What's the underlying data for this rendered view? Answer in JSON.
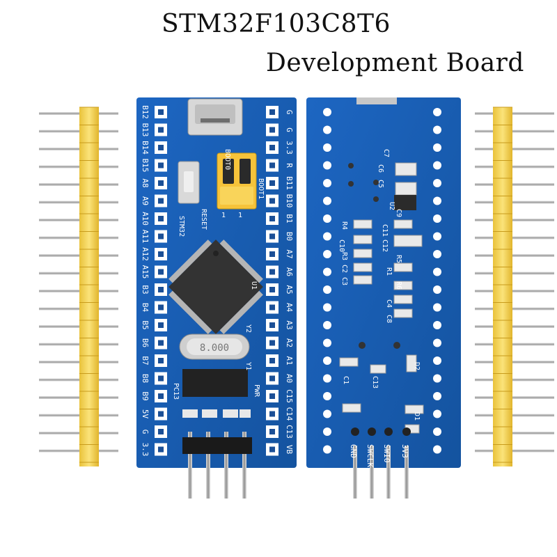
{
  "title": {
    "line1": "STM32F103C8T6",
    "line2": "Development Board"
  },
  "front_board": {
    "left_pins": [
      "B12",
      "B13",
      "B14",
      "B15",
      "A8",
      "A9",
      "A10",
      "A11",
      "A12",
      "A15",
      "B3",
      "B4",
      "B5",
      "B6",
      "B7",
      "B8",
      "B9",
      "5V",
      "G",
      "3.3"
    ],
    "right_pins": [
      "G",
      "G",
      "3.3",
      "R",
      "B11",
      "B10",
      "B1",
      "B0",
      "A7",
      "A6",
      "A5",
      "A4",
      "A3",
      "A2",
      "A1",
      "A0",
      "C15",
      "C14",
      "C13",
      "VB"
    ],
    "labels": {
      "boot0": "BOOT0",
      "boot1": "BOOT1",
      "reset": "RESET",
      "brand": "STM32",
      "crystal": "8.000",
      "y1": "Y1",
      "y2": "Y2",
      "pc13": "PC13",
      "pwr": "PWR",
      "u1": "U1",
      "r_one_a": "1",
      "r_one_b": "1"
    }
  },
  "back_board": {
    "bottom_pins": [
      "GND",
      "SWCLK",
      "SWIO",
      "3V3"
    ],
    "components": [
      "C7",
      "C6",
      "C5",
      "U2",
      "R4",
      "C11",
      "C12",
      "C10",
      "C9",
      "R3",
      "R5",
      "C2",
      "C3",
      "R1",
      "C4",
      "C8",
      "R6",
      "C1",
      "C13",
      "D2",
      "D1"
    ]
  },
  "colors": {
    "board_blue": "#1a5fb4",
    "header_yellow": "#f2d04a",
    "pin_metal": "#c8c8c8"
  }
}
